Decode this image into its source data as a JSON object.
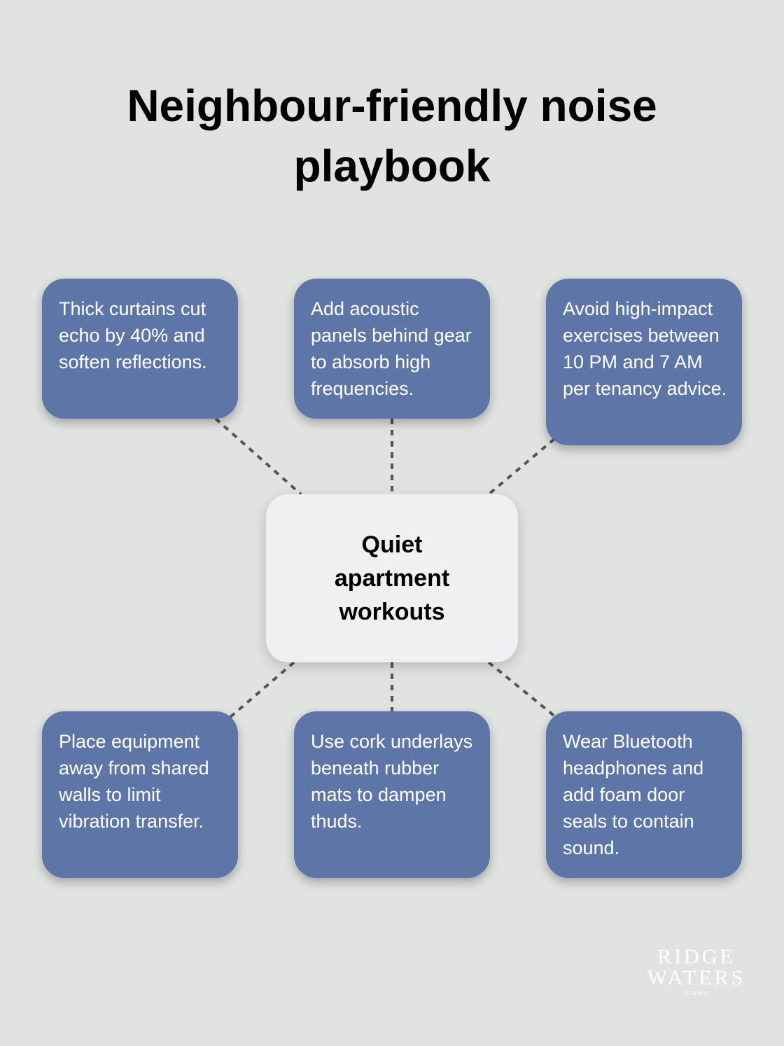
{
  "title": "Neighbour-friendly noise playbook",
  "center": "Quiet apartment workouts",
  "tips": [
    "Thick curtains cut echo by 40% and soften reflections.",
    "Add acoustic panels behind gear to absorb high frequencies.",
    "Avoid high-impact exercises between 10 PM and 7 AM per tenancy advice.",
    "Place equipment away from shared walls to limit vibration transfer.",
    "Use cork underlays beneath rubber mats to dampen thuds.",
    "Wear Bluetooth headphones and add foam door seals to contain sound."
  ],
  "logo": {
    "line1": "RIDGE",
    "line2": "WATERS",
    "line3": "KIAMA"
  },
  "colors": {
    "background": "#e1e3e1",
    "card": "#5e76a7",
    "center": "#eff0f2",
    "connector": "#555555"
  }
}
